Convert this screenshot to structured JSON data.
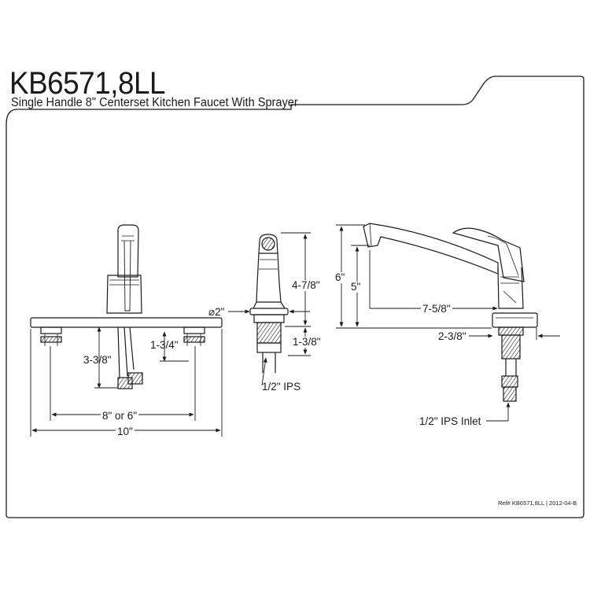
{
  "header": {
    "model": "KB6571,8LL",
    "description": "Single Handle 8\" Centerset Kitchen Faucet With Sprayer"
  },
  "front_view": {
    "dims": {
      "riser_height": "3-3/8\"",
      "shank_height": "1-3/4\"",
      "center_spacing": "8\" or 6\"",
      "overall_width": "10\""
    }
  },
  "sprayer_view": {
    "dims": {
      "diameter": "⌀2\"",
      "height": "4-7/8\"",
      "shank": "1-3/8\"",
      "thread": "1/2\" IPS"
    }
  },
  "side_view": {
    "dims": {
      "overall_height": "6\"",
      "spout_height": "5\"",
      "spout_reach": "7-5/8\"",
      "deck_clearance": "2-3/8\"",
      "inlet": "1/2\" IPS Inlet"
    }
  },
  "footer": {
    "ref": "Ref# KB6571,8LL | 2012-04-B"
  }
}
